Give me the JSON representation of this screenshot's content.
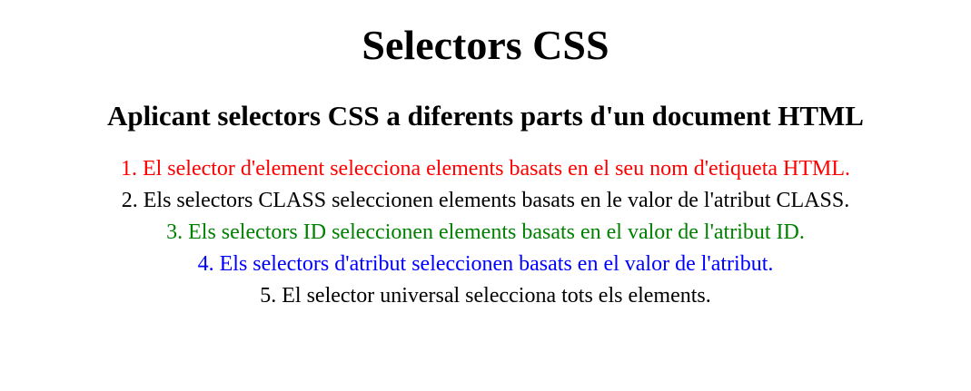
{
  "page": {
    "title": "Selectors CSS",
    "subtitle": "Aplicant selectors CSS a diferents parts d'un document HTML"
  },
  "items": [
    {
      "text": "1. El selector d'element selecciona elements basats en el seu nom d'etiqueta HTML.",
      "color": "#ff0000"
    },
    {
      "text": "2. Els selectors CLASS seleccionen elements basats en le valor de l'atribut CLASS.",
      "color": "#000000"
    },
    {
      "text": "3. Els selectors ID seleccionen elements basats en el valor de l'atribut ID.",
      "color": "#008000"
    },
    {
      "text": "4. Els selectors d'atribut seleccionen basats en el valor de l'atribut.",
      "color": "#0000ff"
    },
    {
      "text": "5. El selector universal selecciona tots els elements.",
      "color": "#000000"
    }
  ]
}
